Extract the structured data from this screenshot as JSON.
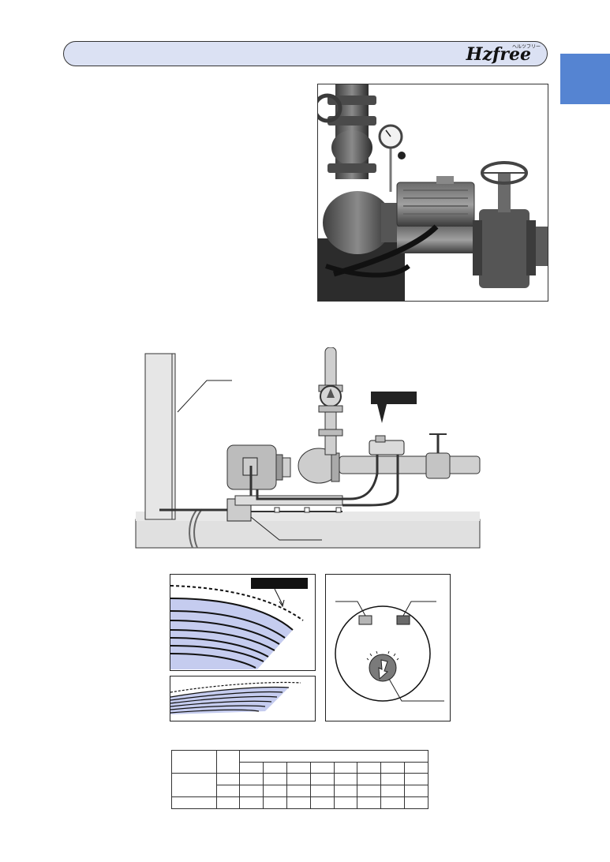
{
  "header": {
    "logo_text": "Hzfree",
    "logo_sub": "ヘルツフリー",
    "bar_color": "#dbe1f3",
    "tab_color": "#5584d2"
  },
  "photo": {
    "subject": "pump-with-inverter-unit-and-gate-valve"
  },
  "diagram": {
    "subject": "pump-installation-side-view",
    "label_box_color": "#222222"
  },
  "graph": {
    "curve_fill_color": "#c5ccef",
    "label_box_color": "#111111"
  },
  "panel": {
    "indicator_left_color": "#b5b5b5",
    "indicator_right_color": "#6a6a6a",
    "dial_color": "#7a7a7a"
  },
  "table": {
    "rows": 4,
    "data_columns": 8
  }
}
